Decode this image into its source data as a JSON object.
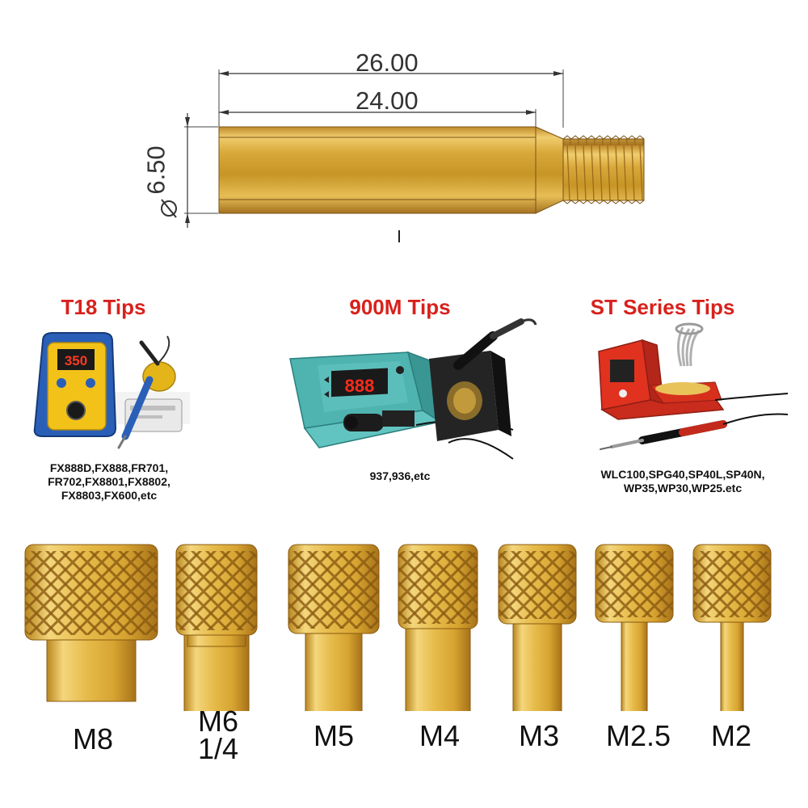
{
  "dimensions": {
    "overall_length": "26.00",
    "body_length": "24.00",
    "diameter": "6.50"
  },
  "categories": [
    {
      "title": "T18 Tips",
      "models": "FX888D,FX888,FR701,\nFR702,FX8801,FX8802,\nFX8803,FX600,etc",
      "display_value": "350"
    },
    {
      "title": "900M Tips",
      "models": "937,936,etc",
      "display_value": "888"
    },
    {
      "title": "ST Series Tips",
      "models": "WLC100,SPG40,SP40L,SP40N,\nWP35,WP30,WP25.etc",
      "display_value": ""
    }
  ],
  "adapter_sizes": [
    {
      "label": "M8"
    },
    {
      "label": "M6\n1/4"
    },
    {
      "label": "M5"
    },
    {
      "label": "M4"
    },
    {
      "label": "M3"
    },
    {
      "label": "M2.5"
    },
    {
      "label": "M2"
    }
  ],
  "colors": {
    "brass_light": "#f3d37a",
    "brass_mid": "#d9a83a",
    "brass_dark": "#9a6a1c",
    "title_red": "#d8211c",
    "line": "#333333"
  }
}
